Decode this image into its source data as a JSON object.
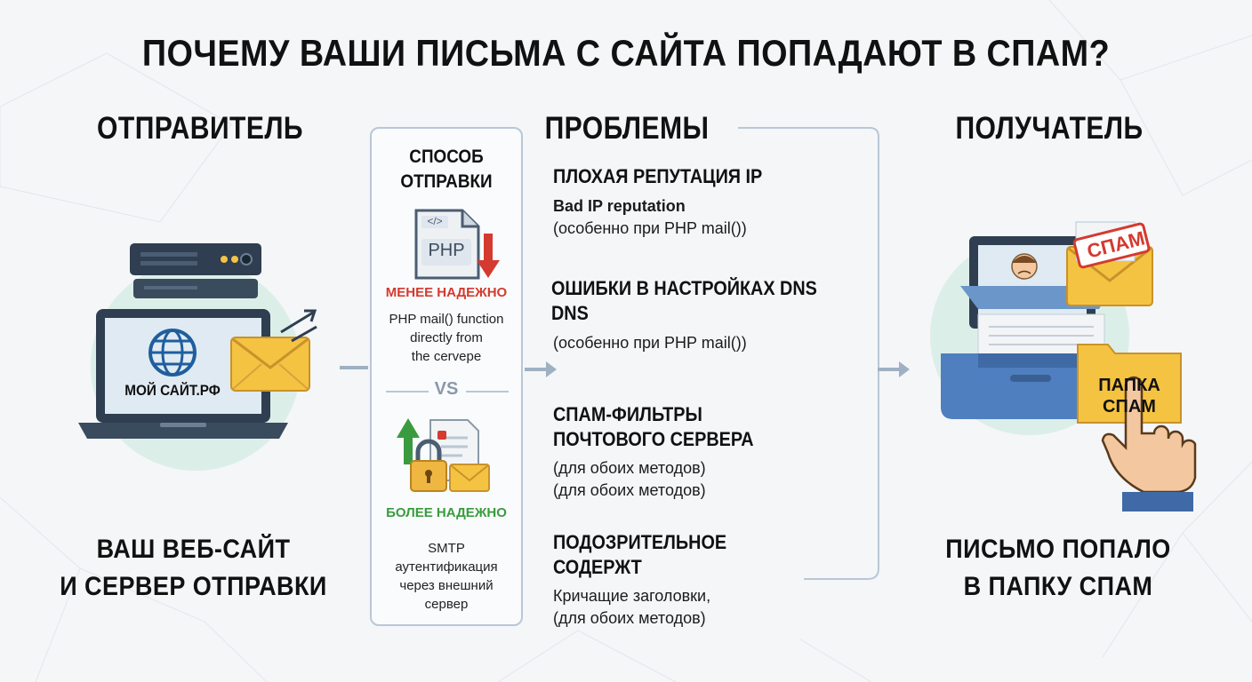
{
  "title": "ПОЧЕМУ ВАШИ ПИСЬМА С САЙТА ПОПАДАЮТ В СПАМ?",
  "sender": {
    "title": "ОТПРАВИТЕЛЬ",
    "site_label": "МОЙ САЙТ.РФ",
    "caption_line1": "ВАШ ВЕБ-САЙТ",
    "caption_line2": "И СЕРВЕР ОТПРАВКИ"
  },
  "method": {
    "title_line1": "СПОСОБ",
    "title_line2": "ОТПРАВКИ",
    "php_code_tag": "</>",
    "php_label": "PHP",
    "less_reliable": "МЕНЕЕ НАДЕЖНО",
    "less_desc_lines": [
      "PHP mail() function",
      "directly from",
      "the cervepe"
    ],
    "vs": "VS",
    "more_reliable": "БОЛЕЕ НАДЕЖНО",
    "more_desc_lines": [
      "SMTP",
      "аутентификация",
      "через внешний",
      "сервер"
    ]
  },
  "problems": {
    "title": "ПРОБЛЕМЫ",
    "items": [
      {
        "title": "ПЛОХАЯ РЕПУТАЦИЯ IP",
        "lines": [
          "Bad IP reputation",
          "(особенно при PHP mail())"
        ]
      },
      {
        "title": "ОШИБКИ В НАСТРОЙКАХ DNS",
        "lines": [
          "DNS",
          "(особенно при PHP mail())"
        ]
      },
      {
        "title_lines": [
          "СПАМ-ФИЛЬТРЫ",
          "ПОЧТОВОГО СЕРВЕРА"
        ],
        "lines": [
          "(для обоих методов)",
          "(для обоих методов)"
        ]
      },
      {
        "title_lines": [
          "ПОДОЗРИТЕЛЬНОЕ",
          "СОДЕРЖТ"
        ],
        "lines": [
          "Кричащие заголовки,",
          "(для обоих методов)"
        ]
      }
    ]
  },
  "recipient": {
    "title": "ПОЛУЧАТЕЛЬ",
    "spam_stamp": "СПАМ",
    "folder_line1": "ПАПКА",
    "folder_line2": "СПАМ",
    "caption_line1": "ПИСЬМО ПОПАЛО",
    "caption_line2": "В ПАПКУ СПАМ"
  },
  "colors": {
    "accent_red": "#d43a2f",
    "accent_green": "#3a9b3e",
    "envelope_yellow": "#f5c342",
    "tray_blue": "#4f7fbf",
    "server_dark": "#2f3e50"
  }
}
